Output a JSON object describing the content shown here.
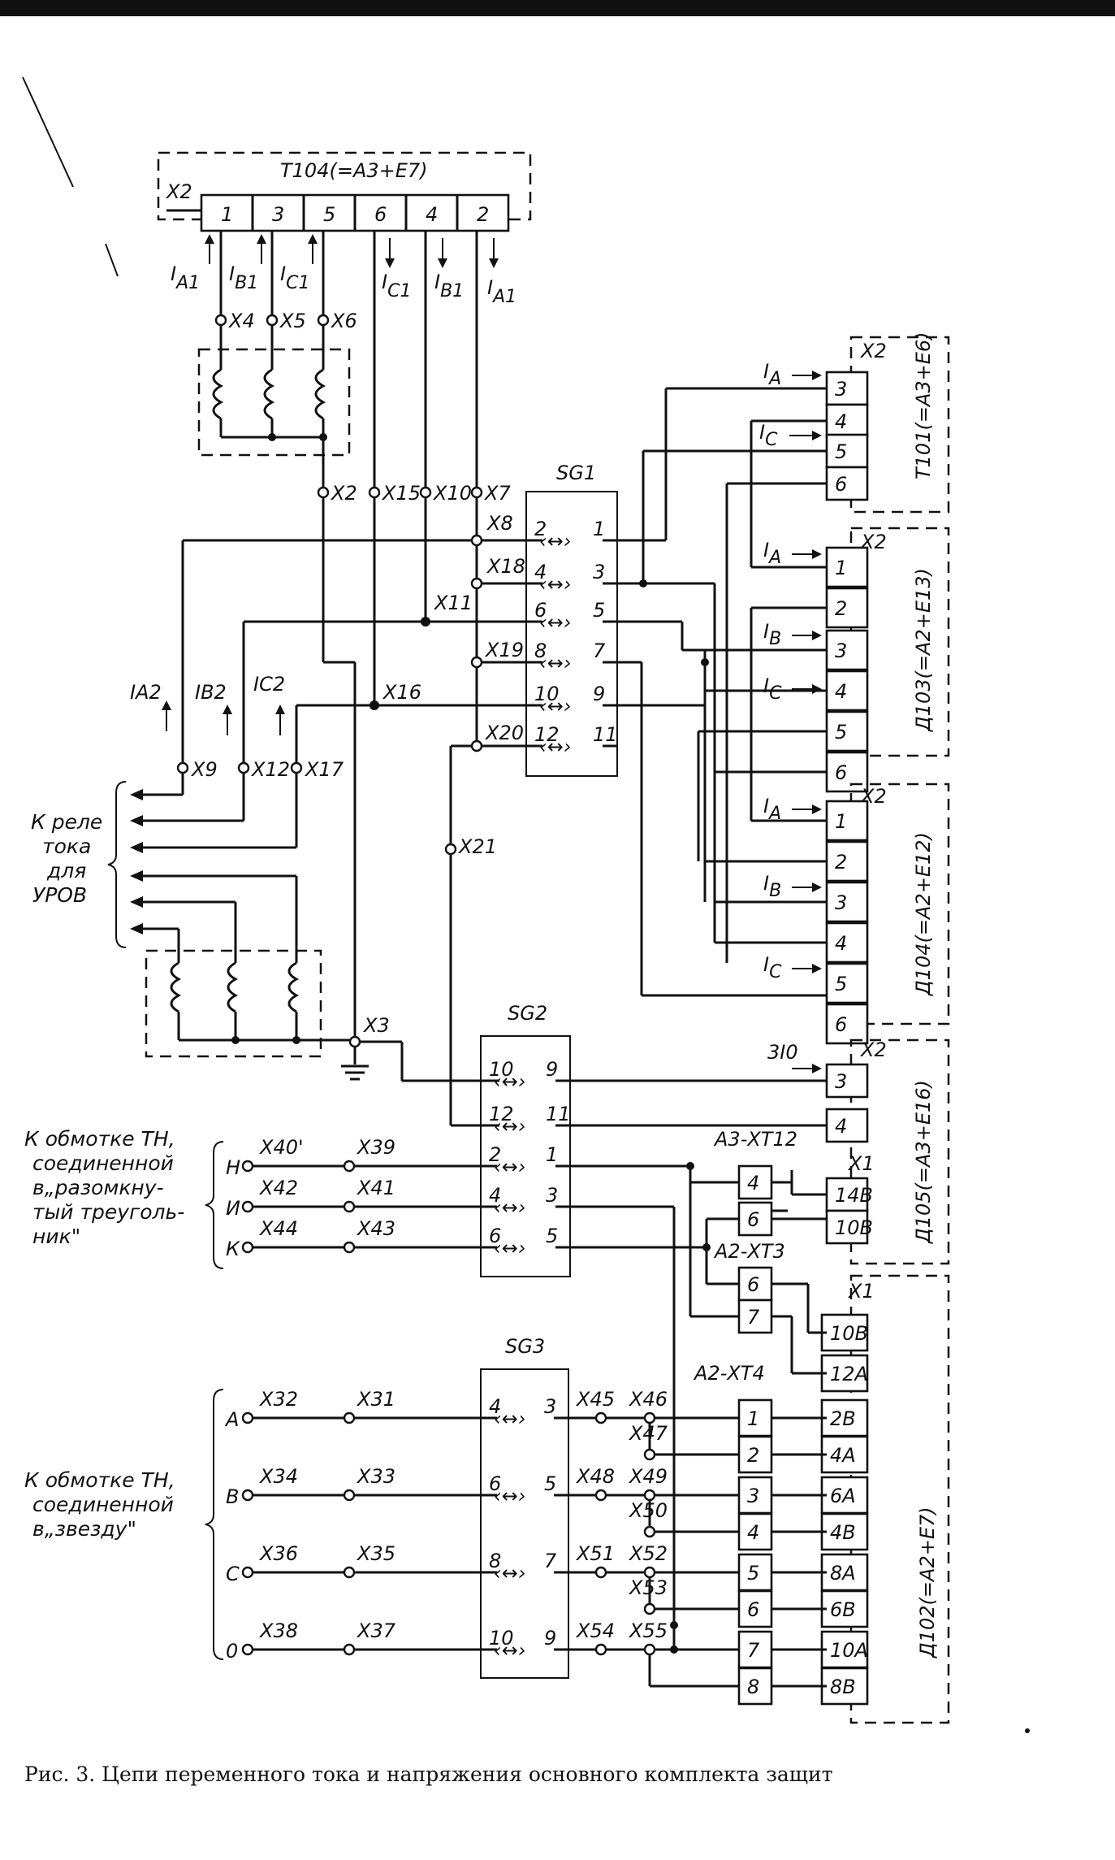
{
  "caption": "Рис. 3. Цепи переменного тока и напряжения основного комплекта защит",
  "t104": {
    "title": "Т104(=А3+Е7)",
    "conn": "X2",
    "pins": [
      "1",
      "3",
      "5",
      "6",
      "4",
      "2"
    ],
    "currents": [
      "I",
      "A1",
      "B1",
      "C1"
    ]
  },
  "top_nodes": [
    "X4",
    "X5",
    "X6",
    "X2",
    "X15",
    "X10",
    "X7"
  ],
  "sg1": {
    "title": "SG1",
    "left": [
      "2",
      "4",
      "6",
      "8",
      "10",
      "12"
    ],
    "right": [
      "1",
      "3",
      "5",
      "7",
      "9",
      "11"
    ],
    "nodes": [
      "X8",
      "X18",
      "X11",
      "X19",
      "X16",
      "X20",
      "X21"
    ]
  },
  "sg2": {
    "title": "SG2",
    "left": [
      "10",
      "12",
      "2",
      "4",
      "6"
    ],
    "right": [
      "9",
      "11",
      "1",
      "3",
      "5"
    ]
  },
  "sg3": {
    "title": "SG3",
    "left": [
      "4",
      "6",
      "8",
      "10"
    ],
    "right": [
      "3",
      "5",
      "7",
      "9"
    ]
  },
  "left_currents": {
    "labels": [
      "IA2",
      "IB2",
      "IC2"
    ],
    "nodes": [
      "X9",
      "X12",
      "X17"
    ]
  },
  "relay_text": [
    "К реле",
    "тока",
    "для",
    "УРОВ"
  ],
  "x3": "X3",
  "t101": {
    "title": "Т101(=А3+Е6)",
    "conn": "X2",
    "pins": [
      "3",
      "4",
      "5",
      "6"
    ]
  },
  "d103": {
    "title": "Д103(=А2+Е13)",
    "conn": "X2",
    "pins": [
      "1",
      "2",
      "3",
      "4",
      "5",
      "6"
    ]
  },
  "d104": {
    "title": "Д104(=А2+Е12)",
    "conn": "X2",
    "pins": [
      "1",
      "2",
      "3",
      "4",
      "5",
      "6"
    ]
  },
  "d105": {
    "title": "Д105(=А3+Е16)",
    "conn_top": "X2",
    "conn_bot": "X1",
    "pins": [
      "3",
      "4",
      "14В",
      "10В"
    ],
    "current": "3I0"
  },
  "d102": {
    "title": "Д102(=А2+Е7)",
    "conn": "X1",
    "pins": [
      "10В",
      "12А",
      "2В",
      "4А",
      "6А",
      "4В",
      "8А",
      "6В",
      "10А",
      "8В"
    ]
  },
  "xt12": {
    "title": "А3-ХТ12",
    "pins": [
      "4",
      "6"
    ]
  },
  "xt3": {
    "title": "А2-ХТ3",
    "pins": [
      "6",
      "7"
    ]
  },
  "xt4": {
    "title": "А2-ХТ4",
    "pins": [
      "1",
      "2",
      "3",
      "4",
      "5",
      "6",
      "7",
      "8"
    ]
  },
  "open_delta": {
    "text": [
      "К обмотке ТН,",
      "соединенной",
      "в„разомкну-",
      "тый треуголь-",
      "ник\""
    ],
    "phases": [
      "Н",
      "И",
      "К"
    ],
    "nodes": [
      "X40'",
      "X39",
      "X42",
      "X41",
      "X44",
      "X43"
    ]
  },
  "star": {
    "text": [
      "К обмотке ТН,",
      "соединенной",
      "в„звезду\""
    ],
    "phases": [
      "А",
      "В",
      "С",
      "0"
    ],
    "nodes": [
      "X32",
      "X31",
      "X34",
      "X33",
      "X36",
      "X35",
      "X38",
      "X37",
      "X45",
      "X46",
      "X47",
      "X48",
      "X49",
      "X50",
      "X51",
      "X52",
      "X53",
      "X54",
      "X55"
    ]
  }
}
